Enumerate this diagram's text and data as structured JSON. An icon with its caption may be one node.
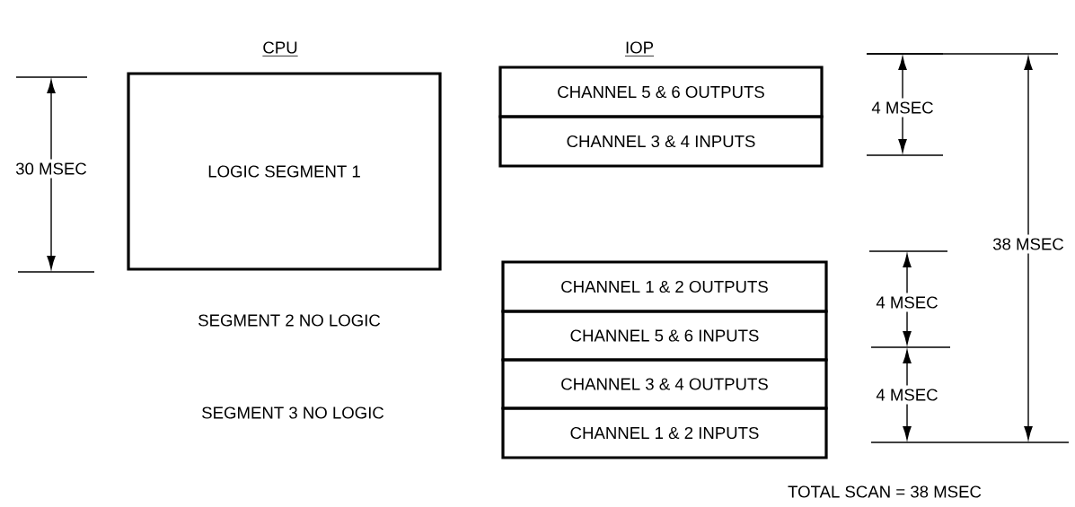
{
  "diagram": {
    "nodes": [
      {
        "text": [
          "LOGIC SEGMENT 1"
        ]
      },
      {
        "text": [
          "CHANNEL 5 & 6 OUTPUTS"
        ]
      },
      {
        "text": [
          "CHANNEL 3 & 4 INPUTS"
        ]
      },
      {
        "text": [
          "CHANNEL 1 & 2 OUTPUTS"
        ]
      },
      {
        "text": [
          "CHANNEL 5 & 6 INPUTS"
        ]
      },
      {
        "text": [
          "CHANNEL 3 & 4 OUTPUTS"
        ]
      },
      {
        "text": [
          "CHANNEL 1 & 2 INPUTS"
        ]
      }
    ],
    "labels": [
      "CPU",
      "IOP",
      "30 MSEC",
      "4 MSEC",
      "38 MSEC",
      "4 MSEC",
      "SEGMENT 2 NO LOGIC",
      "4 MSEC",
      "SEGMENT 3 NO LOGIC",
      "TOTAL SCAN = 38 MSEC"
    ]
  }
}
